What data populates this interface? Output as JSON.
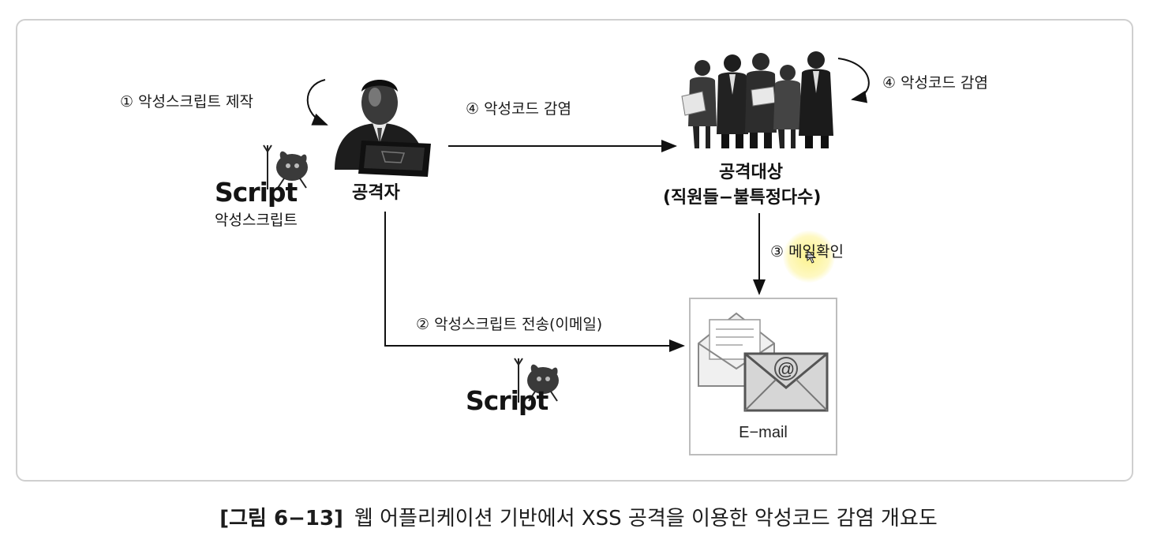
{
  "diagram": {
    "step1": "① 악성스크립트 제작",
    "step4_arrow": "④ 악성코드 감염",
    "step4_loop": "④ 악성코드 감염",
    "step3": "③ 메일확인",
    "step2": "② 악성스크립트 전송(이메일)",
    "attacker_label": "공격자",
    "target_label_line1": "공격대상",
    "target_label_line2": "(직원들−불특정다수)",
    "script_word_1": "Script",
    "script_sub_1": "악성스크립트",
    "script_word_2": "Script",
    "email_label": "E−mail",
    "email_at": "@"
  },
  "caption": {
    "figure_number": "[그림 6−13]",
    "text": "웹 어플리케이션 기반에서 XSS 공격을 이용한 악성코드 감염 개요도"
  }
}
